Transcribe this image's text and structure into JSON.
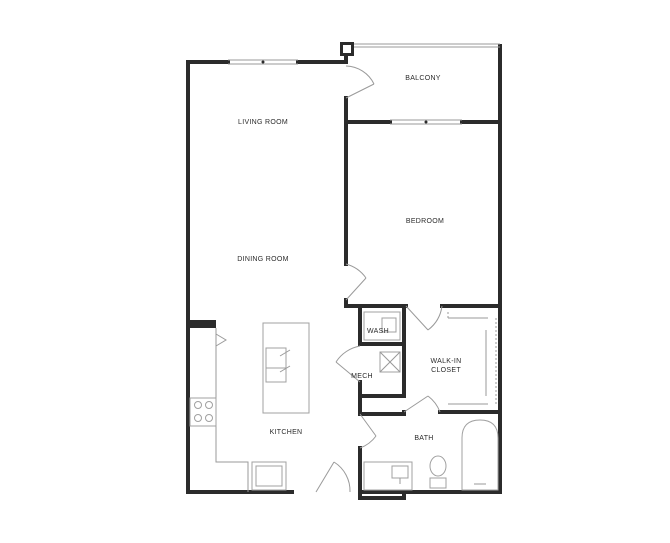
{
  "rooms": {
    "balcony": "BALCONY",
    "living_room": "LIVING ROOM",
    "bedroom": "BEDROOM",
    "dining_room": "DINING ROOM",
    "wash": "WASH",
    "walk_in_closet_line1": "WALK-IN",
    "walk_in_closet_line2": "CLOSET",
    "mech": "MECH",
    "kitchen": "KITCHEN",
    "bath": "BATH"
  }
}
